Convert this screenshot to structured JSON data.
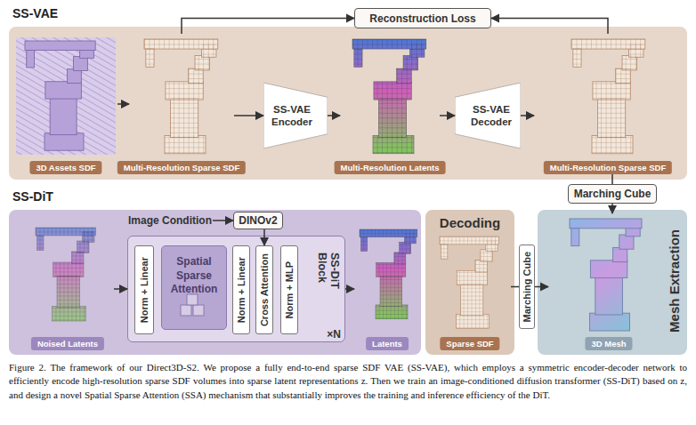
{
  "diagram": {
    "caption": "Figure 2. The framework of our Direct3D-S2. We propose a fully end-to-end sparse SDF VAE (SS-VAE), which employs a symmetric encoder-decoder network to efficiently encode high-resolution sparse SDF volumes into sparse latent representations z. Then we train an image-conditioned diffusion transformer (SS-DiT) based on z, and design a novel Spatial Sparse Attention (SSA) mechanism that substantially improves the training and inference efficiency of the DiT.",
    "nodes": [
      {
        "text": [
          "SS-VAE"
        ]
      },
      {
        "text": [
          "Reconstruction Loss"
        ]
      },
      {
        "text": [
          "3D Assets SDF"
        ],
        "in": 0
      },
      {
        "text": [
          "Multi-Resolution Sparse SDF"
        ],
        "in": 0
      },
      {
        "text": [
          "SS-VAE Encoder"
        ],
        "in": 0
      },
      {
        "text": [
          "Multi-Resolution Latents"
        ],
        "in": 0
      },
      {
        "text": [
          "SS-VAE Decoder"
        ],
        "in": 0
      },
      {
        "text": [
          "Multi-Resolution Sparse SDF"
        ],
        "in": 0
      },
      {
        "text": [
          "Marching Cube"
        ]
      },
      {
        "text": [
          "SS-DiT"
        ]
      },
      {
        "text": [
          "Noised Latents"
        ],
        "in": 9
      },
      {
        "text": [
          "Image Condition"
        ],
        "in": 9
      },
      {
        "text": [
          "DINOv2"
        ],
        "in": 9
      },
      {
        "text": [
          "SS-DiT Block",
          "×N"
        ],
        "in": 9
      },
      {
        "text": [
          "Norm + Linear"
        ],
        "in": 13
      },
      {
        "text": [
          "Spatial Sparse Attention"
        ],
        "in": 13
      },
      {
        "text": [
          "Norm + Linear"
        ],
        "in": 13
      },
      {
        "text": [
          "Cross Attention"
        ],
        "in": 13
      },
      {
        "text": [
          "Norm + MLP"
        ],
        "in": 13
      },
      {
        "text": [
          "Latents"
        ],
        "in": 9
      },
      {
        "text": [
          "Decoding"
        ]
      },
      {
        "text": [
          "Sparse SDF"
        ],
        "in": 20
      },
      {
        "text": [
          "Marching Cube"
        ]
      },
      {
        "text": [
          "Mesh Extraction"
        ]
      },
      {
        "text": [
          "3D Mesh"
        ],
        "in": 23
      }
    ],
    "edges": [
      {
        "from": 2,
        "to": 3,
        "arrow": "to"
      },
      {
        "from": 3,
        "to": 4,
        "arrow": "to"
      },
      {
        "from": 4,
        "to": 5,
        "arrow": "to"
      },
      {
        "from": 5,
        "to": 6,
        "arrow": "to"
      },
      {
        "from": 6,
        "to": 7,
        "arrow": "to"
      },
      {
        "from": 3,
        "to": 1,
        "arrow": "to"
      },
      {
        "from": 7,
        "to": 1,
        "arrow": "to"
      },
      {
        "from": 7,
        "to": 8,
        "arrow": "none"
      },
      {
        "from": 8,
        "to": 24,
        "arrow": "to"
      },
      {
        "from": 11,
        "to": 12,
        "arrow": "to"
      },
      {
        "from": 12,
        "to": 17,
        "arrow": "to"
      },
      {
        "from": 10,
        "to": 13,
        "arrow": "to"
      },
      {
        "from": 13,
        "to": 19,
        "arrow": "to"
      },
      {
        "from": 21,
        "to": 22,
        "arrow": "none"
      },
      {
        "from": 22,
        "to": 24,
        "arrow": "to"
      }
    ]
  }
}
